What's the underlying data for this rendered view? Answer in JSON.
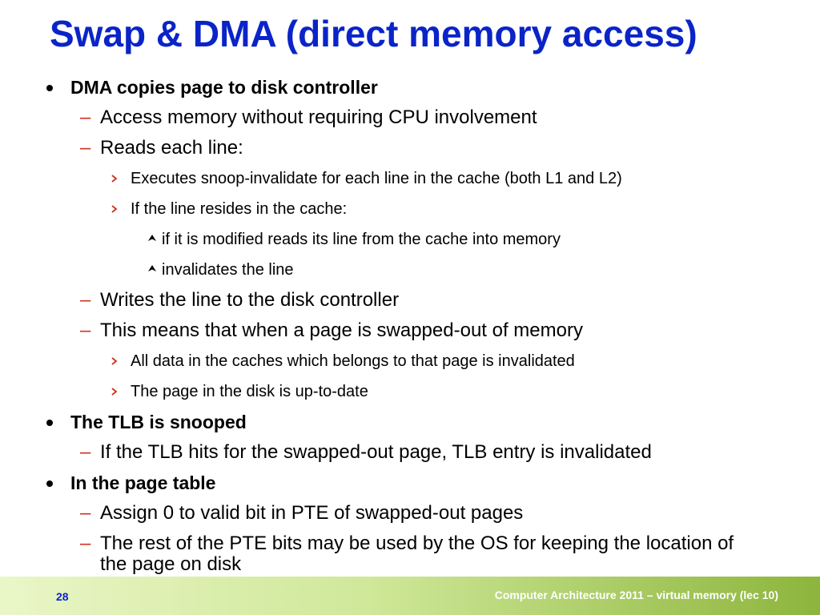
{
  "slide": {
    "title": "Swap & DMA (direct memory access)",
    "bullets": [
      {
        "level": 1,
        "text": "DMA copies page to disk controller"
      },
      {
        "level": 2,
        "text": "Access memory without requiring CPU involvement"
      },
      {
        "level": 2,
        "text": "Reads each line:"
      },
      {
        "level": 3,
        "text": "Executes snoop-invalidate for each line in the cache (both L1 and L2)"
      },
      {
        "level": 3,
        "text": "If the line resides in the cache:"
      },
      {
        "level": 4,
        "text": "if it is modified reads its line from the cache into memory"
      },
      {
        "level": 4,
        "text": "invalidates the line"
      },
      {
        "level": 2,
        "text": "Writes the line to the disk controller"
      },
      {
        "level": 2,
        "text": "This means that when a page is swapped-out of memory"
      },
      {
        "level": 3,
        "text": "All data in the caches which belongs to that page is invalidated"
      },
      {
        "level": 3,
        "text": "The page in the disk is up-to-date"
      },
      {
        "level": 1,
        "text": "The TLB is snooped"
      },
      {
        "level": 2,
        "text": "If the TLB hits for the swapped-out page, TLB entry is invalidated"
      },
      {
        "level": 1,
        "text": "In the page table"
      },
      {
        "level": 2,
        "text": "Assign 0 to valid bit in PTE of swapped-out pages"
      },
      {
        "level": 2,
        "text": "The rest of the PTE bits may be used by the OS for keeping the location of the page on disk"
      }
    ]
  },
  "bullet_markers": {
    "level1": "bullet-dot-icon",
    "level2": "–",
    "level3": "arrow-right-icon",
    "level4": "caret-up-icon"
  },
  "footer": {
    "page_number": "28",
    "text": "Computer Architecture 2011 – virtual memory (lec 10)"
  },
  "colors": {
    "title": "#0b24c8",
    "dash": "#d0311f",
    "page_number": "#0b24c8",
    "footer_text": "#ffffff",
    "footer_gradient_start": "#eaf6c7",
    "footer_gradient_end": "#8db53c"
  }
}
